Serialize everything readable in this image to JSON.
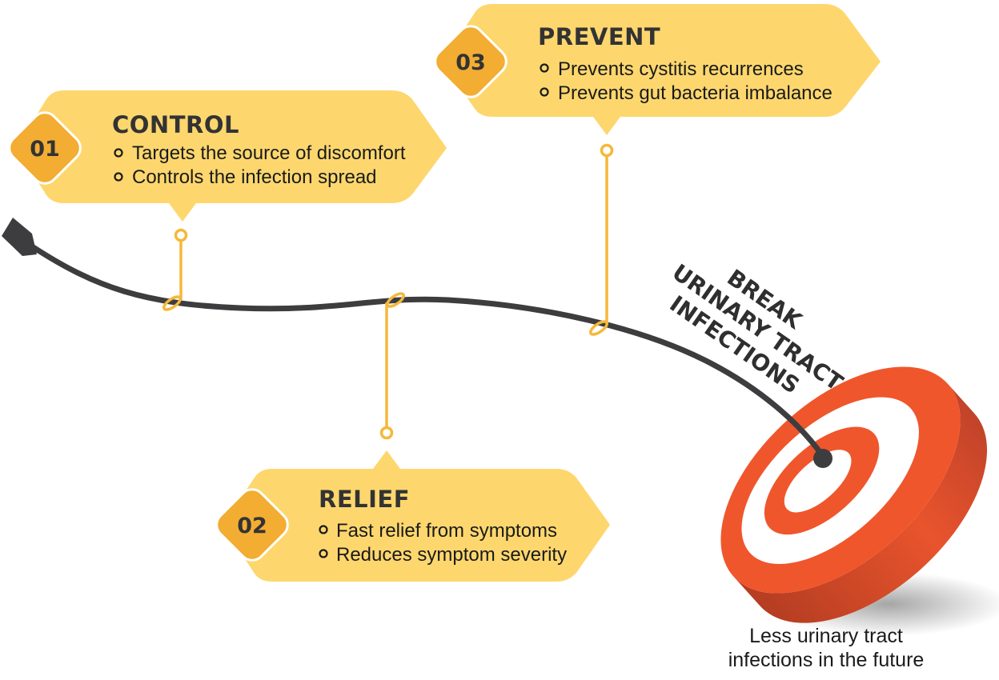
{
  "colors": {
    "card": "#FDD76E",
    "badge": "#F2AD32",
    "connector": "#F5B83A",
    "arrow": "#3D3D3F",
    "target": "#F0562C",
    "target_side": "#C8432A"
  },
  "steps": [
    {
      "number": "01",
      "title": "CONTROL",
      "items": [
        "Targets the source of discomfort",
        "Controls the infection spread"
      ]
    },
    {
      "number": "02",
      "title": "RELIEF",
      "items": [
        "Fast relief from symptoms",
        "Reduces symptom severity"
      ]
    },
    {
      "number": "03",
      "title": "PREVENT",
      "items": [
        "Prevents cystitis recurrences",
        "Prevents gut bacteria imbalance"
      ]
    }
  ],
  "slogan": [
    "BREAK",
    "URINARY TRACT",
    "INFECTIONS"
  ],
  "caption": [
    "Less urinary tract",
    "infections in the future"
  ]
}
